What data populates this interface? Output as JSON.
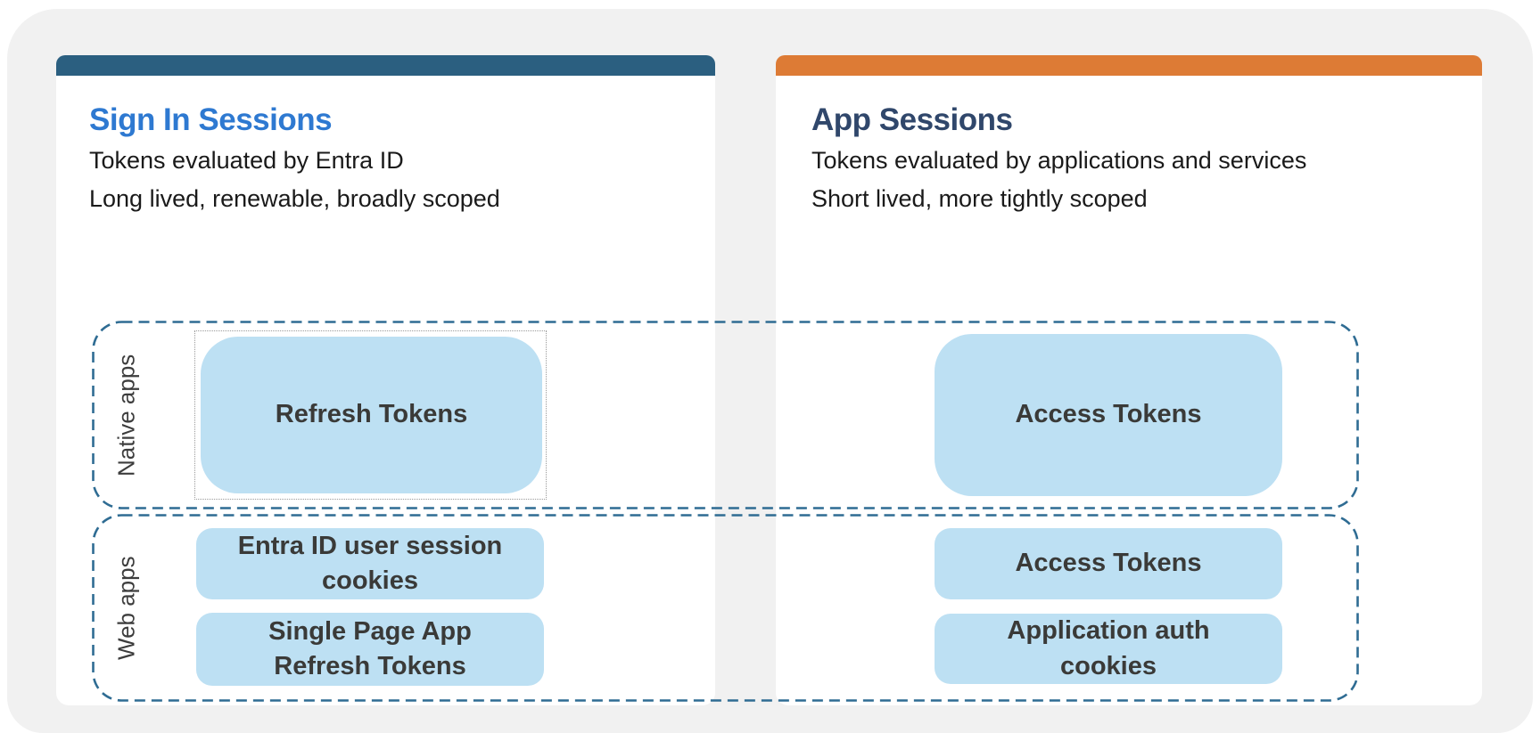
{
  "panels": {
    "sign_in": {
      "title": "Sign In Sessions",
      "subtitle": "Tokens evaluated by Entra ID",
      "description": "Long lived, renewable, broadly scoped",
      "accent_color": "#2b5f80",
      "title_color": "#2e79d1"
    },
    "app": {
      "title": "App Sessions",
      "subtitle": "Tokens evaluated by applications and services",
      "description": "Short lived, more tightly scoped",
      "accent_color": "#dd7b35",
      "title_color": "#30476b"
    }
  },
  "rows": {
    "native": {
      "label": "Native apps",
      "sign_in_tokens": [
        "Refresh Tokens"
      ],
      "app_tokens": [
        "Access Tokens"
      ]
    },
    "web": {
      "label": "Web apps",
      "sign_in_tokens": [
        "Entra ID user session\ncookies",
        "Single Page App\nRefresh Tokens"
      ],
      "app_tokens": [
        "Access Tokens",
        "Application auth\ncookies"
      ]
    }
  },
  "colors": {
    "token_box_fill": "#bde0f3",
    "token_text": "#3a3a38",
    "group_dashed_border": "#2f6c93",
    "canvas_background": "#f1f1f1",
    "page_background": "#ffffff",
    "body_text": "#1a1a1a",
    "selection_outline": "#9a9a9a"
  }
}
